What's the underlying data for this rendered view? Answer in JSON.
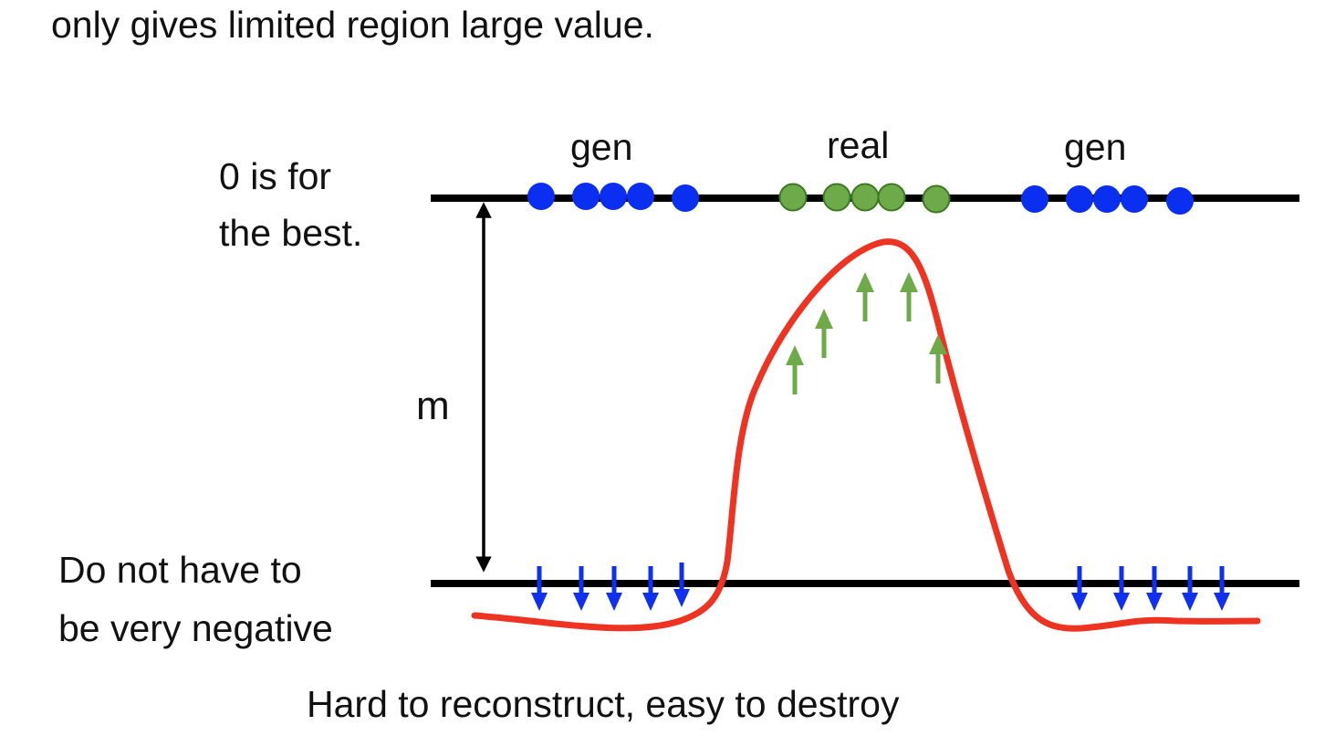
{
  "header": {
    "text": "only gives limited region large value."
  },
  "diagram": {
    "gen_left_label": "gen",
    "real_label": "real",
    "gen_right_label": "gen",
    "best_note": [
      "0 is for",
      "the best."
    ],
    "margin_label": "m",
    "negative_note": [
      "Do not have to",
      "be very negative"
    ],
    "caption": "Hard to reconstruct, easy to destroy"
  },
  "colors": {
    "gen_dot": "#0a2ff0",
    "real_dot": "#6faa4a",
    "real_dot_stroke": "#3f7a22",
    "curve": "#ee3322",
    "up_arrow": "#6faa4a",
    "down_arrow": "#1030f0",
    "line": "#000000"
  }
}
